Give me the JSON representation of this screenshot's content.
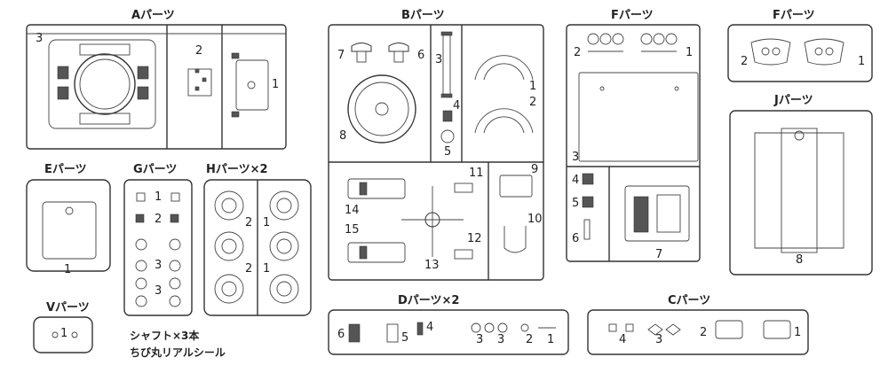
{
  "sprues": {
    "A": {
      "title": "Aパーツ",
      "parts": [
        "3",
        "2",
        "1"
      ]
    },
    "B": {
      "title": "Bパーツ",
      "parts": [
        "7",
        "6",
        "3",
        "1",
        "2",
        "4",
        "5",
        "8",
        "11",
        "9",
        "14",
        "15",
        "13",
        "12",
        "10"
      ]
    },
    "F1": {
      "title": "Fパーツ",
      "parts": [
        "2",
        "1",
        "3",
        "4",
        "5",
        "6",
        "7"
      ]
    },
    "F2": {
      "title": "Fパーツ",
      "parts": [
        "2",
        "1"
      ]
    },
    "J": {
      "title": "Jパーツ",
      "parts": [
        "8"
      ]
    },
    "E": {
      "title": "Eパーツ",
      "parts": [
        "1"
      ]
    },
    "G": {
      "title": "Gパーツ",
      "parts": [
        "1",
        "2",
        "3",
        "3"
      ]
    },
    "H": {
      "title": "Hパーツ×2",
      "parts": [
        "2",
        "1",
        "2",
        "1"
      ]
    },
    "V": {
      "title": "Vパーツ",
      "parts": [
        "1"
      ]
    },
    "D": {
      "title": "Dパーツ×2",
      "parts": [
        "6",
        "5",
        "4",
        "3",
        "3",
        "2",
        "1"
      ]
    },
    "C": {
      "title": "Cパーツ",
      "parts": [
        "4",
        "3",
        "2",
        "1"
      ]
    }
  },
  "notes": {
    "shaft": "シャフト×3本",
    "sticker": "ちび丸リアルシール"
  }
}
